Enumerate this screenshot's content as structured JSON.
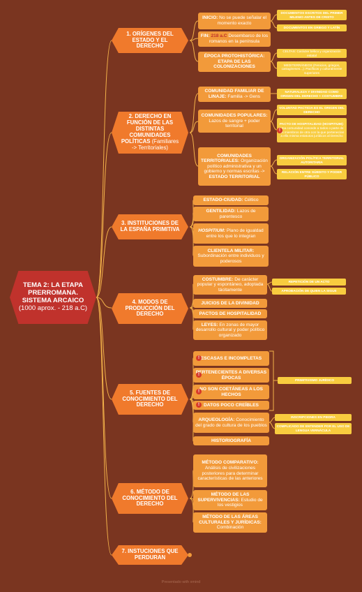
{
  "root": {
    "line1": "TEMA 2: LA ETAPA",
    "line2": "PRERROMANA.",
    "line3": "SISTEMA ARCAICO",
    "line4": "(1000 aprox. - 218 a.C)"
  },
  "s1": {
    "title": "1. ORÍGENES DEL ESTADO Y EL DERECHO",
    "inicio_bold": "INICIO:",
    "inicio_text": " No se puede señalar el momento exacto",
    "fin_bold": "FIN:",
    "fin_date": " 218 a.C",
    "fin_text": " Desembarco de los romanos en la península",
    "proto": "ÉPOCA PROTOHISTÓRICA: ETAPA DE LAS COLONIZACIONES",
    "leaf_docs": "DOCUMENTOS ESCRITOS DEL PRIMER MILENIO ANTES DE CRISTO",
    "leaf_docs2": "DOCUMENTOS EN GRIEGO Y LATÍN",
    "leaf_celtas": "CELTAS: Carácter bélico y organización estatal",
    "leaf_medit": "MEDITERRÁNEOS (Fenicios, griegos, cartagineses...): Pacíficos y culturalmente superiores"
  },
  "s2": {
    "title": "2. DERECHO EN FUNCIÓN DE LAS DISTINTAS COMUNIDADES POLÍTICAS",
    "title_tail": " (Familiares -> Territoriales)",
    "familiar_bold": "COMUNIDAD FAMILIAR DE LINAJE:",
    "familiar_text": " Familia -> Gens",
    "pop_bold": "COMUNIDADES POPULARES:",
    "pop_text": " Lazos de sangre + poder territorial",
    "terr_bold": "COMUNIDADES TERRITORIALES:",
    "terr_text": " Organización político administrativa y un gobierno y normas escritas ->",
    "terr_tail": " ESTADO TERRITORIAL",
    "leaf_nat": "NATURALEZA Y DIVINIDAD COMO ORIGEN DEL DERECHO + COSTUMBRE",
    "leaf_vol": "VOLUNTAD PACTICIA ES EL ORIGEN DEL DERECHO",
    "leaf_pacto": "PACTO DE HOSPITALIDAD (HOSPITIUM):",
    "leaf_pacto_text": " Una comunidad concede a todos o parte de los miembros de otra con la que pertenecían a ella misma estatutos jurídicos al Derecho",
    "leaf_org": "ORGANIZACIÓN POLÍTICA TERRITORIAL AUTORITARIA",
    "leaf_rel": "RELACIÓN ENTRE SÚBDITO Y PODER PÚBLICO"
  },
  "s3": {
    "title": "3. INSTITUCIONES DE LA ESPAÑA PRIMITIVA",
    "estado_bold": "ESTADO-CIUDAD:",
    "estado_text": " Céltico",
    "gent_bold": "GENTILIDAD:",
    "gent_text": " Lazos de parentesco",
    "hosp_bold": "HOSPITIUM:",
    "hosp_text": " Plano de igualdad entre los que lo integran",
    "client_bold": "CLIENTELA MILITAR:",
    "client_text": " Subordinación entre individuos y poderosos"
  },
  "s4": {
    "title": "4. MODOS DE PRODUCCIÓN DEL DERECHO",
    "cost_bold": "COSTUMBRE:",
    "cost_text": " De carácter popular y espontáneo, adoptada tácitamente",
    "juicios": "JUICIOS DE LA DIVINIDAD",
    "pactos": "PACTOS DE HOSPITALIDAD",
    "leyes_bold": "LEYES:",
    "leyes_text": " En zonas de mayor desarrollo cultural y poder político organizado",
    "leaf_rep": "REPETICIÓN DE UN ACTO",
    "leaf_apr": "APROBACIÓN DE QUIEN LA SIGUE"
  },
  "s5": {
    "title": "5. FUENTES DE CONOCIMIENTO DEL DERECHO",
    "escasas": "ESCASAS E INCOMPLETAS",
    "pert": "PERTENECIENTES A DIVERSAS ÉPOCAS",
    "nocoet": "NO SON COETÁNEAS A LOS HECHOS",
    "datos": "DATOS POCO CREÍBLES",
    "arq_bold": "ARQUEOLOGÍA:",
    "arq_text": " Conocimiento del grado de cultura de los pueblos",
    "hist": "HISTORIOGRAFÍA",
    "leaf_prim": "PRIMITIVISMO JURÍDICO",
    "leaf_insc": "INSCRIPCIONES EN PIEDRA",
    "leaf_compl": "COMPLICADO DE ENTENDER POR EL USO DE LENGUA VERNÁCULA"
  },
  "s6": {
    "title": "6. MÉTODO DE CONOCIMIENTO DEL DERECHO",
    "comp_bold": "MÉTODO COMPARATIVO:",
    "comp_text": " Análisis de civilizaciones posteriores para determinar características de las anteriores",
    "superv_bold": "MÉTODO DE LAS SUPERVIVENCIAS:",
    "superv_text": " Estudio de los vestigios",
    "areas_bold": "MÉTODO DE LAS ÁREAS CULTURALES Y JURÍDICAS:",
    "areas_text": " Combinación"
  },
  "s7": {
    "title": "7. INSTUCIONES QUE PERDURAN"
  },
  "footer": "Presentado with xmind",
  "colors": {
    "background": "#7a3520",
    "root": "#c0322c",
    "main": "#f07a2c",
    "sub": "#f29a3a",
    "leaf": "#f8cc3f",
    "line": "#f3b24a"
  }
}
